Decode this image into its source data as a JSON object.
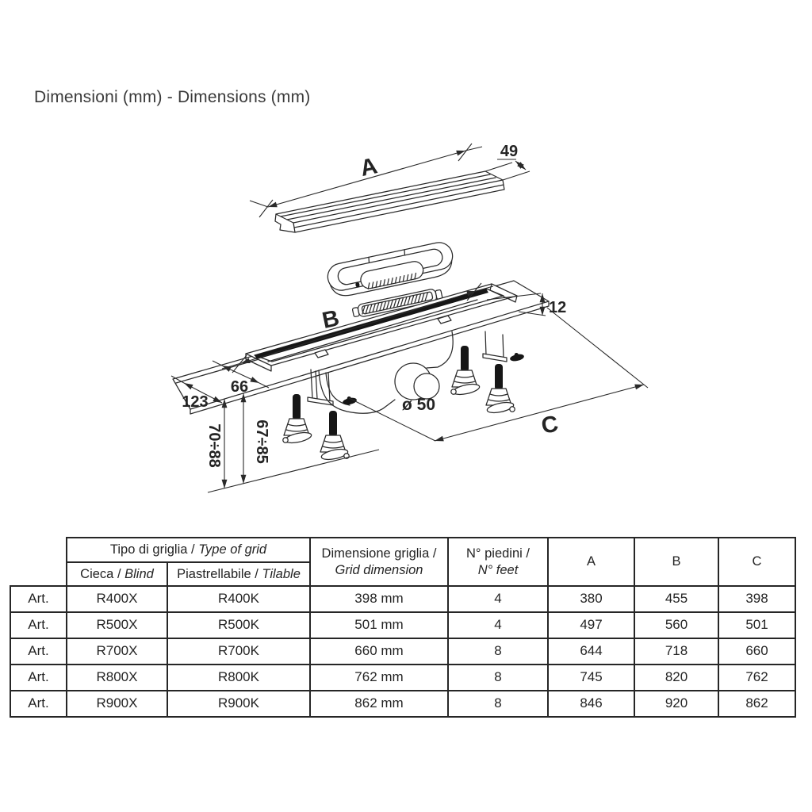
{
  "page": {
    "title": "Dimensioni (mm) - Dimensions (mm)"
  },
  "colors": {
    "ink": "#2b2b2b",
    "line": "#2a2a2a",
    "background": "#ffffff"
  },
  "diagram": {
    "labels": {
      "length_a": "A",
      "length_b": "B",
      "length_c": "C",
      "grid_width": "49",
      "rim_height": "12",
      "edge_offset": "66",
      "body_depth": "123",
      "outlet_diameter": "ø 50",
      "height_range_total": "70÷88",
      "height_range_feet": "67÷85"
    }
  },
  "table": {
    "header": {
      "grid_type_it": "Tipo di griglia / ",
      "grid_type_en": "Type of grid",
      "blind_it": "Cieca / ",
      "blind_en": "Blind",
      "tilable_it": "Piastrellabile / ",
      "tilable_en": "Tilable",
      "grid_dim_it": "Dimensione griglia /",
      "grid_dim_en": "Grid dimension",
      "feet_it": "N° piedini /",
      "feet_en": "N° feet",
      "col_a": "A",
      "col_b": "B",
      "col_c": "C"
    },
    "rows": [
      {
        "art": "Art.",
        "blind": "R400X",
        "tilable": "R400K",
        "grid_dimension": "398 mm",
        "feet": "4",
        "a": "380",
        "b": "455",
        "c": "398"
      },
      {
        "art": "Art.",
        "blind": "R500X",
        "tilable": "R500K",
        "grid_dimension": "501 mm",
        "feet": "4",
        "a": "497",
        "b": "560",
        "c": "501"
      },
      {
        "art": "Art.",
        "blind": "R700X",
        "tilable": "R700K",
        "grid_dimension": "660 mm",
        "feet": "8",
        "a": "644",
        "b": "718",
        "c": "660"
      },
      {
        "art": "Art.",
        "blind": "R800X",
        "tilable": "R800K",
        "grid_dimension": "762 mm",
        "feet": "8",
        "a": "745",
        "b": "820",
        "c": "762"
      },
      {
        "art": "Art.",
        "blind": "R900X",
        "tilable": "R900K",
        "grid_dimension": "862 mm",
        "feet": "8",
        "a": "846",
        "b": "920",
        "c": "862"
      }
    ]
  }
}
